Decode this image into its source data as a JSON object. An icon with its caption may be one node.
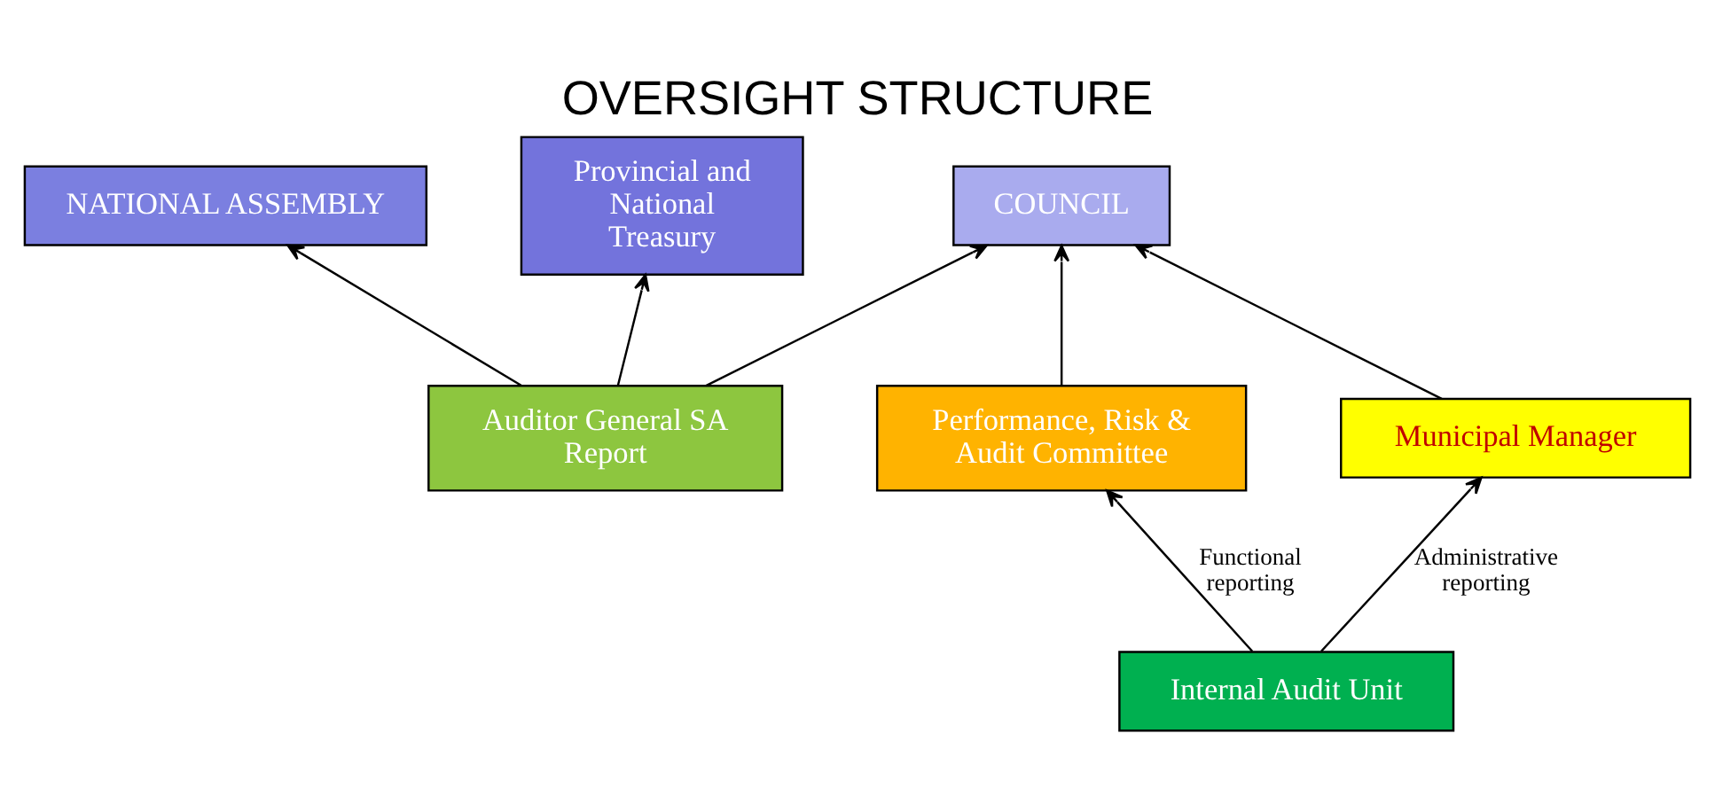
{
  "diagram": {
    "title": "OVERSIGHT STRUCTURE",
    "nodes": [
      {
        "text": [
          "NATIONAL ASSEMBLY"
        ]
      },
      {
        "text": [
          "COUNCIL"
        ]
      },
      {
        "text": [
          "Provincial and National Treasury"
        ]
      },
      {
        "text": [
          "Performance, Risk & Audit Committee"
        ]
      },
      {
        "text": [
          "Municipal Manager"
        ]
      },
      {
        "text": [
          "Auditor General SA Report"
        ]
      },
      {
        "text": [
          "Internal Audit Unit"
        ]
      }
    ],
    "edges": [
      {
        "from": 5,
        "to": 0,
        "arrow": "to"
      },
      {
        "from": 5,
        "to": 1,
        "arrow": "to"
      },
      {
        "from": 5,
        "to": 2,
        "arrow": "to"
      },
      {
        "from": 4,
        "to": 1,
        "arrow": "to"
      },
      {
        "from": 3,
        "to": 1,
        "arrow": "to"
      },
      {
        "from": 6,
        "to": 4,
        "label": "Administrative reporting",
        "arrow": "to"
      },
      {
        "from": 6,
        "to": 3,
        "label": "Functional reporting",
        "arrow": "to"
      }
    ]
  }
}
